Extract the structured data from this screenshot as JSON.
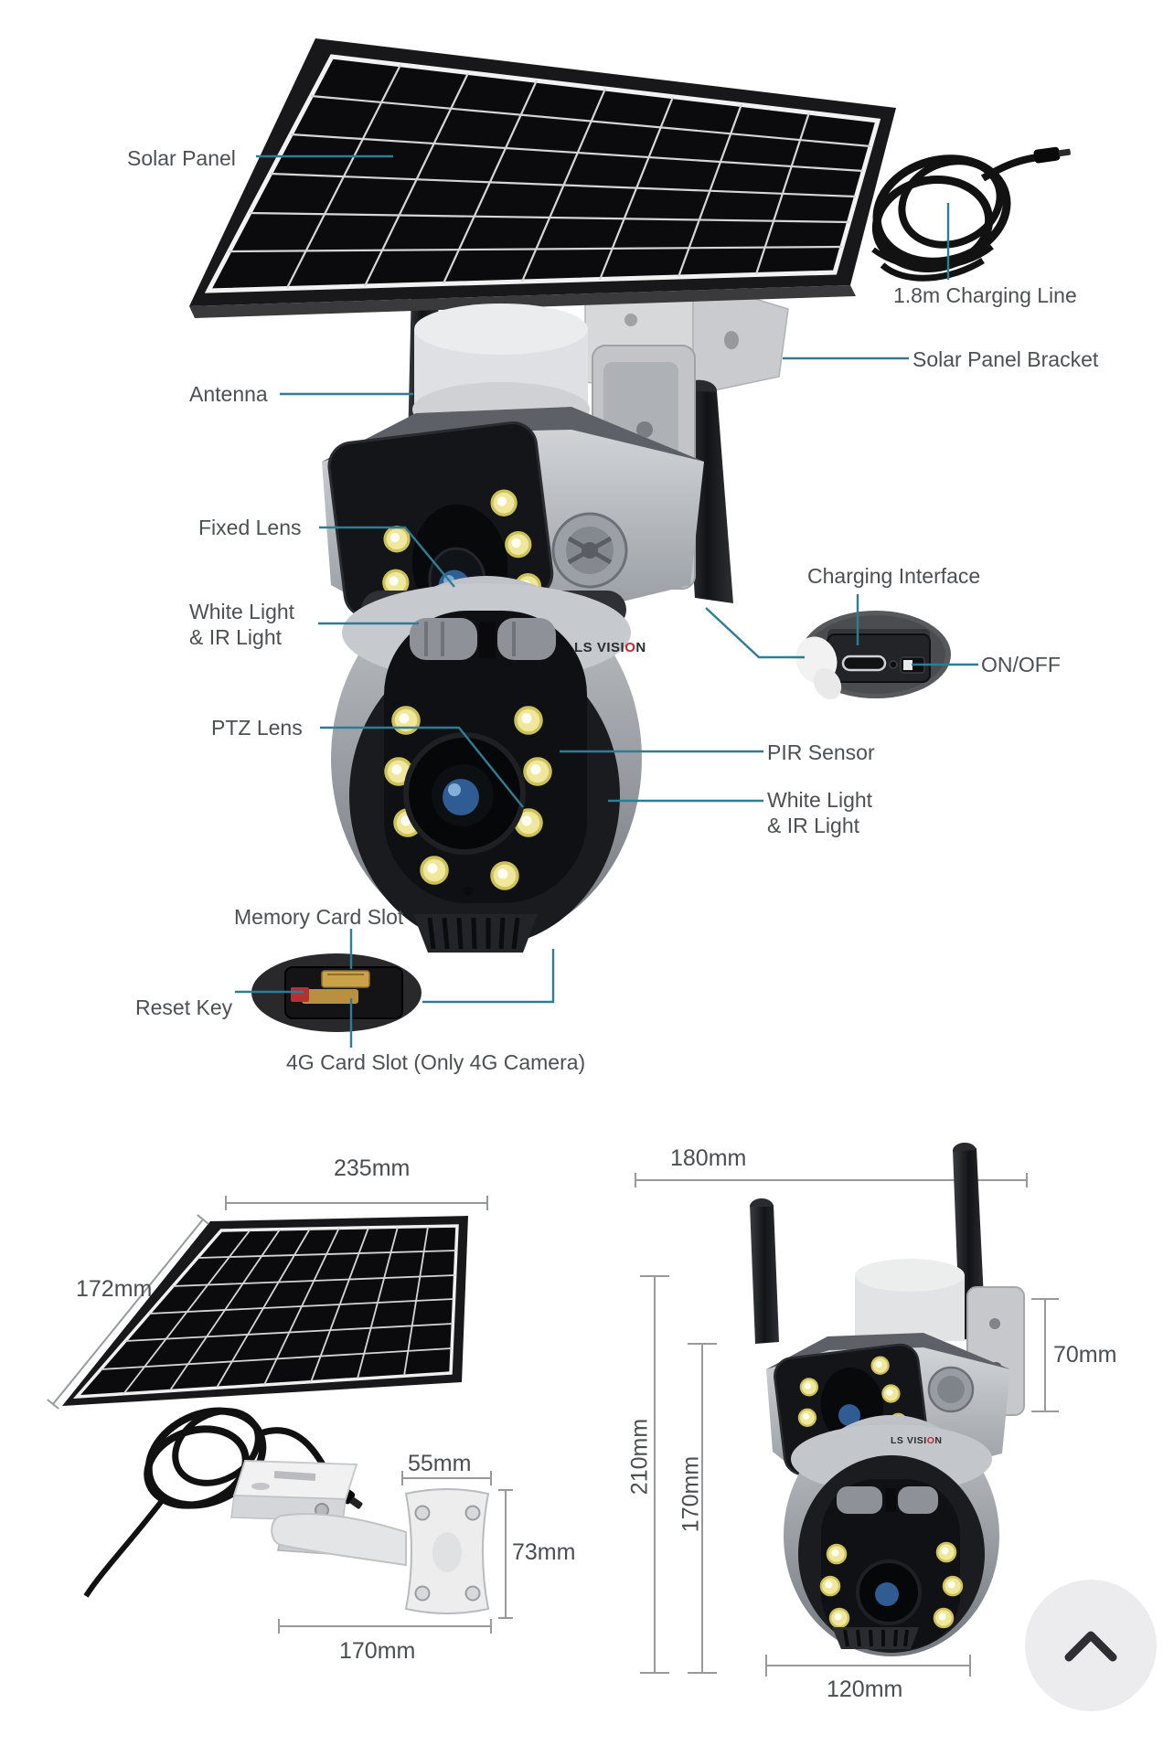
{
  "callouts": {
    "solar_panel": "Solar Panel",
    "charging_line": "1.8m Charging Line",
    "solar_panel_bracket": "Solar Panel Bracket",
    "antenna": "Antenna",
    "fixed_lens": "Fixed Lens",
    "white_ir_front_1": "White Light",
    "white_ir_front_2": "& IR Light",
    "charging_interface": "Charging Interface",
    "on_off": "ON/OFF",
    "ptz_lens": "PTZ Lens",
    "pir_sensor": "PIR Sensor",
    "white_ir_ptz_1": "White Light",
    "white_ir_ptz_2": "& IR Light",
    "memory_card_slot": "Memory Card Slot",
    "reset_key": "Reset Key",
    "sim_card_slot": "4G Card Slot (Only 4G Camera)"
  },
  "dimensions": {
    "solar_panel": {
      "width": "235mm",
      "height": "172mm"
    },
    "camera": {
      "width": "180mm",
      "total_height": "210mm",
      "body_height": "170mm",
      "bracket_depth": "70mm",
      "base_width": "120mm"
    },
    "wall_bracket": {
      "plate_width": "55mm",
      "plate_height": "73mm",
      "arm_length": "170mm"
    }
  },
  "branding": {
    "camera_logo": {
      "part1": "LS VISI",
      "accent": "O",
      "part2": "N"
    }
  },
  "colors": {
    "callout_line": "#2e7d95",
    "dimension_line": "#97999c",
    "label_text": "#4d4f52"
  },
  "scroll_to_top": {
    "icon": "chevron-up"
  }
}
